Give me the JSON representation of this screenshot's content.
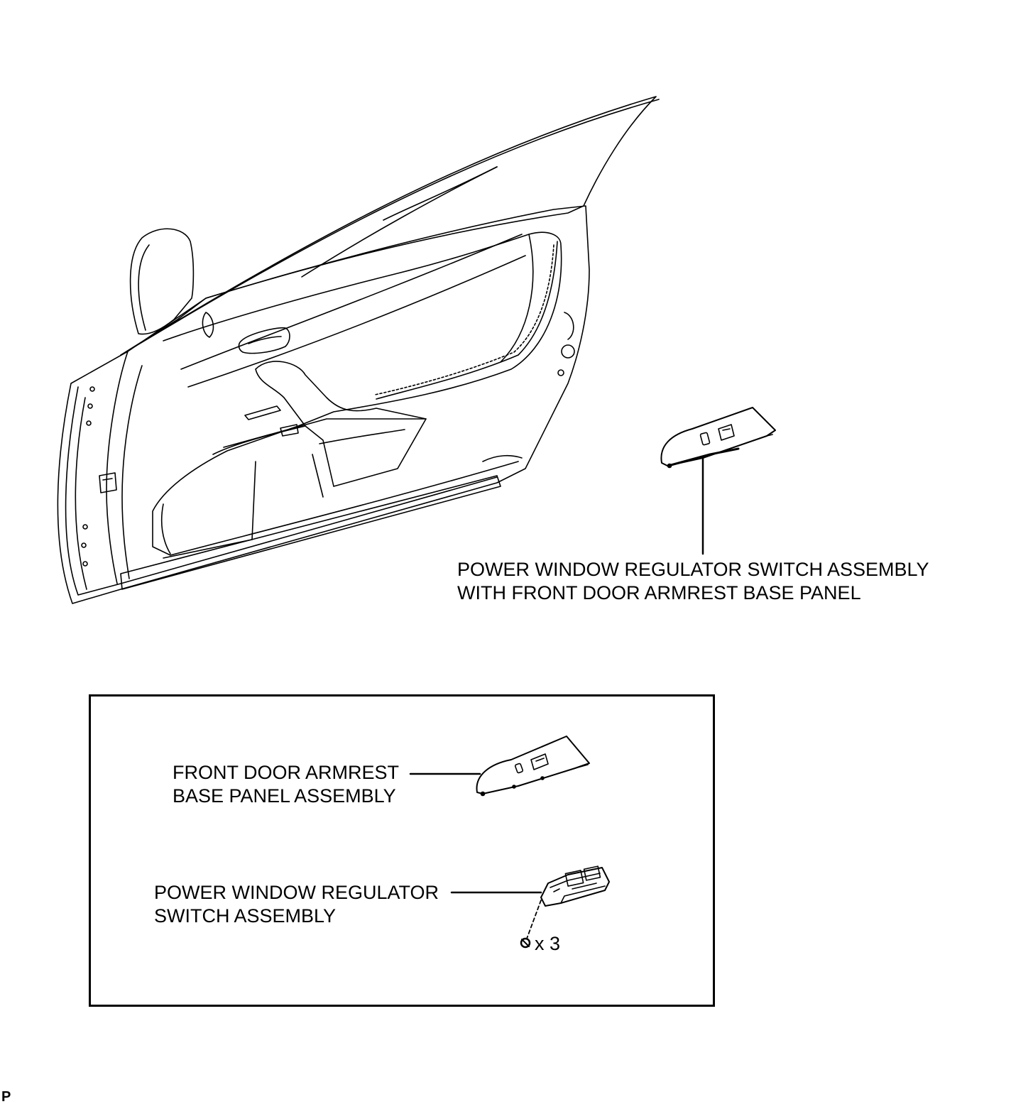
{
  "callouts": {
    "main_switch": {
      "line1": "POWER WINDOW REGULATOR SWITCH ASSEMBLY",
      "line2": "WITH FRONT DOOR ARMREST BASE PANEL"
    },
    "armrest_panel": {
      "line1": "FRONT DOOR ARMREST",
      "line2": "BASE PANEL ASSEMBLY"
    },
    "regulator_switch": {
      "line1": "POWER WINDOW REGULATOR",
      "line2": "SWITCH ASSEMBLY"
    }
  },
  "fastener": {
    "quantity_label": "x 3",
    "icon": "screw-icon"
  },
  "corner_mark": "P",
  "colors": {
    "ink": "#000000",
    "background": "#ffffff"
  }
}
